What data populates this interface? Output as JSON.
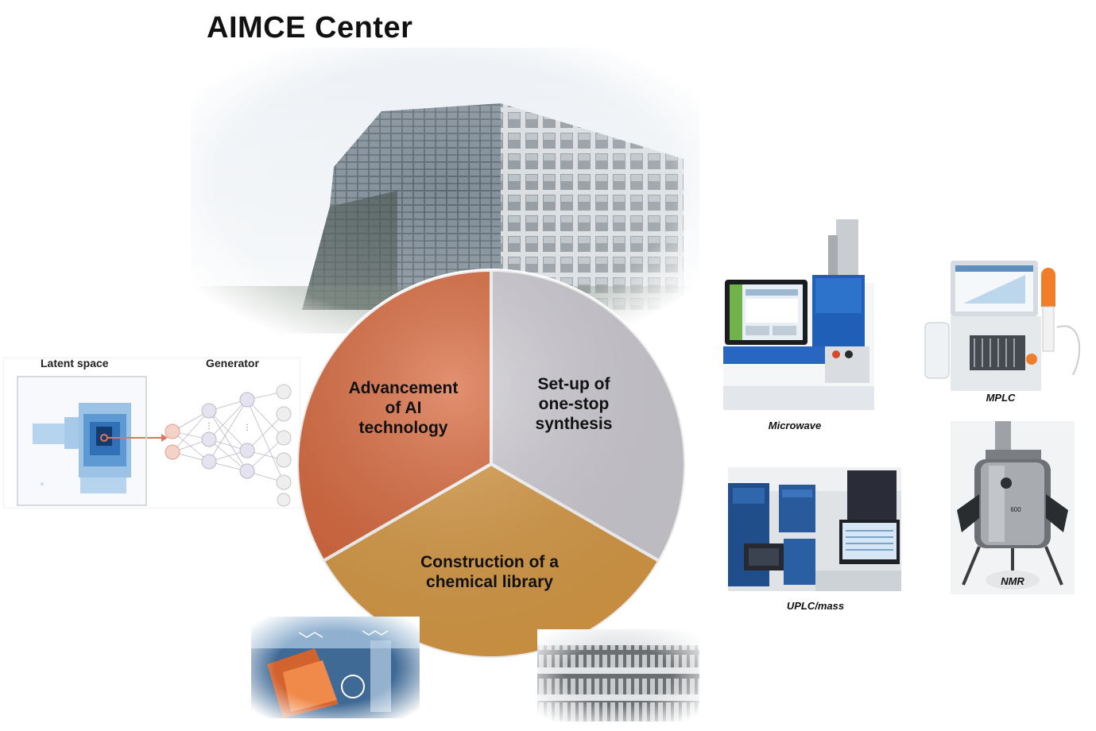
{
  "title": "AIMCE Center",
  "pie": {
    "slices": [
      {
        "label_lines": [
          "Advancement",
          "of AI",
          "technology"
        ],
        "color": "#d8663a"
      },
      {
        "label_lines": [
          "Set-up of",
          "one-stop",
          "synthesis"
        ],
        "color": "#cfcdd4"
      },
      {
        "label_lines": [
          "Construction of a",
          "chemical library"
        ],
        "color": "#d89a45"
      }
    ]
  },
  "ai_panel": {
    "latent_space_label": "Latent space",
    "generator_label": "Generator"
  },
  "instruments": {
    "microwave": "Microwave",
    "mplc": "MPLC",
    "uplc_mass": "UPLC/mass",
    "nmr": "NMR",
    "nmr_badge": "600"
  },
  "colors": {
    "ai_slice": "#d8663a",
    "synthesis_slice": "#cfcdd4",
    "library_slice": "#d89a45",
    "accent_blue": "#1f5fb8"
  }
}
